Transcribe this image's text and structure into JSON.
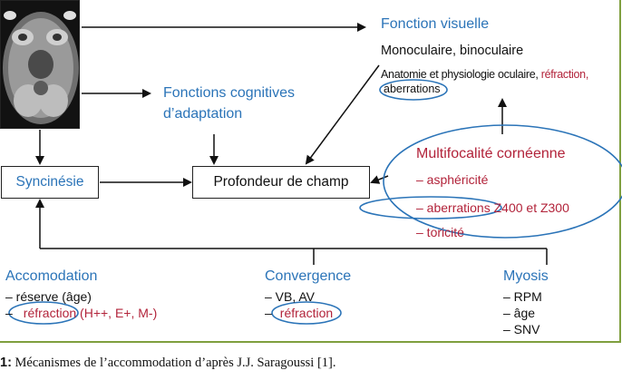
{
  "colors": {
    "blue": "#2b74b8",
    "red": "#b2233a",
    "frame": "#7f9f3f"
  },
  "fonction_visuelle": {
    "title": "Fonction visuelle",
    "line1": "Monoculaire, binoculaire",
    "line2_black": "Anatomie et physiologie oculaire,",
    "line2_red": " réfraction,",
    "line3": "aberrations"
  },
  "fonctions_cognitives": {
    "line1": "Fonctions cognitives",
    "line2": "d’adaptation"
  },
  "syncinesie": "Syncinésie",
  "profondeur": "Profondeur de champ",
  "multifocalite": {
    "title": "Multifocalité cornéenne",
    "items": [
      "– asphéricité",
      "– aberrations Z400 et Z300",
      "– toricité"
    ]
  },
  "accomodation": {
    "title": "Accomodation",
    "item1": "– réserve (âge)",
    "item2_prefix": "–",
    "item2_circled": "réfraction",
    "item2_red": " (H++, E+, M-)"
  },
  "convergence": {
    "title": "Convergence",
    "item1": "– VB, AV",
    "item2_prefix": "–",
    "item2_circled": "réfraction"
  },
  "myosis": {
    "title": "Myosis",
    "items": [
      "– RPM",
      "– âge",
      "– SNV"
    ]
  },
  "caption": {
    "label": "1:",
    "text": " Mécanismes de l’accommodation d’après J.J. Saragoussi [1]."
  }
}
